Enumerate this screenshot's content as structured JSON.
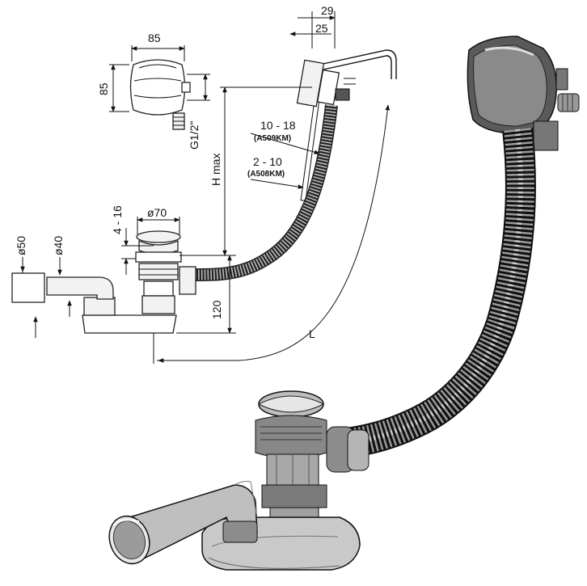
{
  "dimensions": {
    "cap_width": "85",
    "cap_height": "85",
    "thread": "G1/2\"",
    "d29": "29",
    "d25": "25",
    "range1": "10 - 18",
    "code1": "(A509KM)",
    "range2": "2 - 10",
    "code2": "(A508KM)",
    "hmax": "H max",
    "d4_16": "4 - 16",
    "d70": "ø70",
    "d50": "ø50",
    "d40": "ø40",
    "d120": "120",
    "L": "L"
  }
}
